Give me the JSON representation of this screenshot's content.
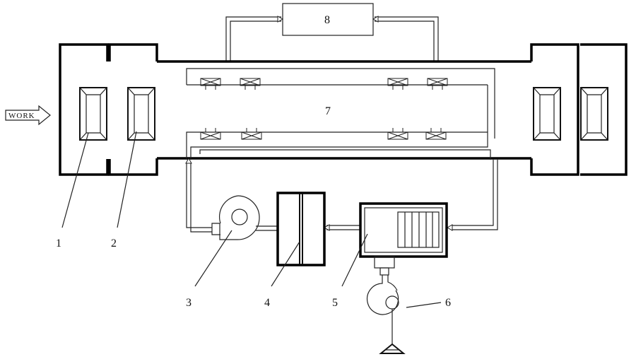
{
  "labels": {
    "work": "WORK",
    "n1": "1",
    "n2": "2",
    "n3": "3",
    "n4": "4",
    "n5": "5",
    "n6": "6",
    "n7": "7",
    "n8": "8"
  }
}
